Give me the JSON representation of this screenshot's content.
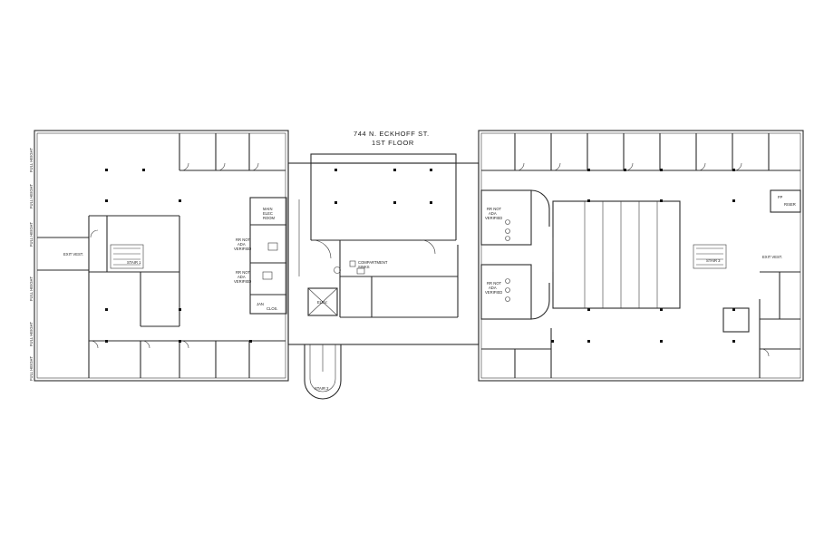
{
  "plan": {
    "title_line1": "744 N. ECKHOFF ST.",
    "title_line2": "1ST FLOOR"
  },
  "labels": {
    "full_height": "FULL HEIGHT",
    "exit_vest": "EXIT VEST.",
    "stair_1": "STAIR 1",
    "stair_2": "STAIR 2",
    "stair_3": "STAIR 3",
    "main_elec_room_1": "MAIN",
    "main_elec_room_2": "ELEC",
    "main_elec_room_3": "ROOM",
    "rr_1": "RR NOT",
    "rr_2": "ADA",
    "rr_3": "VERIFIED",
    "jan_clos_1": "JAN",
    "jan_clos_2": "CLOS.",
    "compartment_1": "COMPARTMENT",
    "compartment_2": "SINKS",
    "fp_riser_1": "FP",
    "fp_riser_2": "RISER",
    "elev": "ELEV."
  },
  "colors": {
    "wall": "#2a2a2a",
    "background": "#ffffff",
    "column": "#111111"
  }
}
